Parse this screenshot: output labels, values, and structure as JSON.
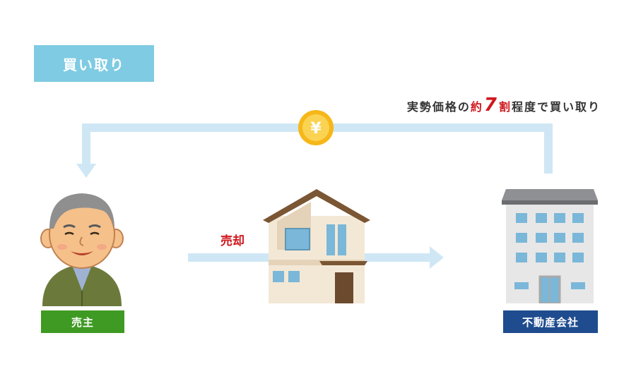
{
  "title": "買い取り",
  "caption": {
    "prefix": "実勢価格の",
    "red1": "約",
    "number": "7",
    "red2": "割",
    "suffix": "程度で買い取り"
  },
  "coin_symbol": "¥",
  "sale_label": "売却",
  "seller_label": "売主",
  "company_label": "不動産会社",
  "colors": {
    "title_bg": "#7ecbe3",
    "arrow": "#cfe7f5",
    "accent_red": "#d0181e",
    "seller_tag": "#3e9a22",
    "company_tag": "#1f4c8f",
    "coin": "#f6b719"
  }
}
